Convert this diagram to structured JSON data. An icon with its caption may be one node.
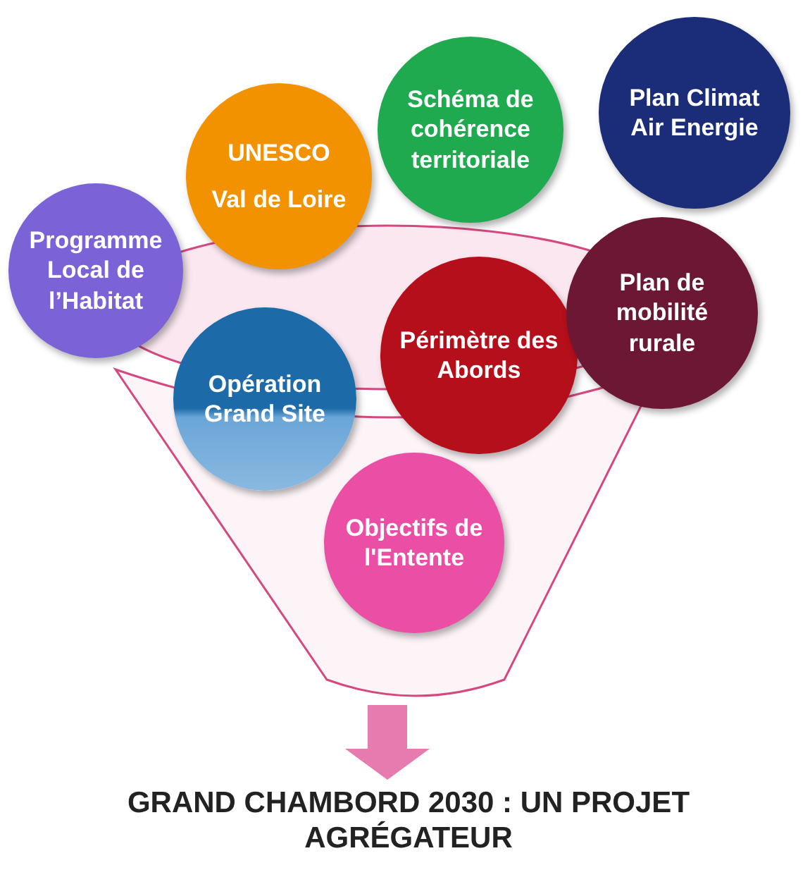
{
  "diagram": {
    "nodes": [
      {
        "text": [
          "Programme Local de l’Habitat"
        ]
      },
      {
        "text": [
          "UNESCO",
          "Val de Loire"
        ]
      },
      {
        "text": [
          "Schéma de cohérence territoriale"
        ]
      },
      {
        "text": [
          "Plan Climat Air Energie"
        ]
      },
      {
        "text": [
          "Opération Grand Site"
        ]
      },
      {
        "text": [
          "Périmètre des Abords"
        ]
      },
      {
        "text": [
          "Plan de mobilité rurale"
        ]
      },
      {
        "text": [
          "Objectifs de l'Entente"
        ]
      },
      {
        "text": [
          "GRAND CHAMBORD 2030 : UN PROJET AGRÉGATEUR"
        ]
      }
    ],
    "edges": [
      {
        "from": null,
        "to": 8,
        "arrow": "to",
        "color": "#e67bb0"
      }
    ]
  }
}
